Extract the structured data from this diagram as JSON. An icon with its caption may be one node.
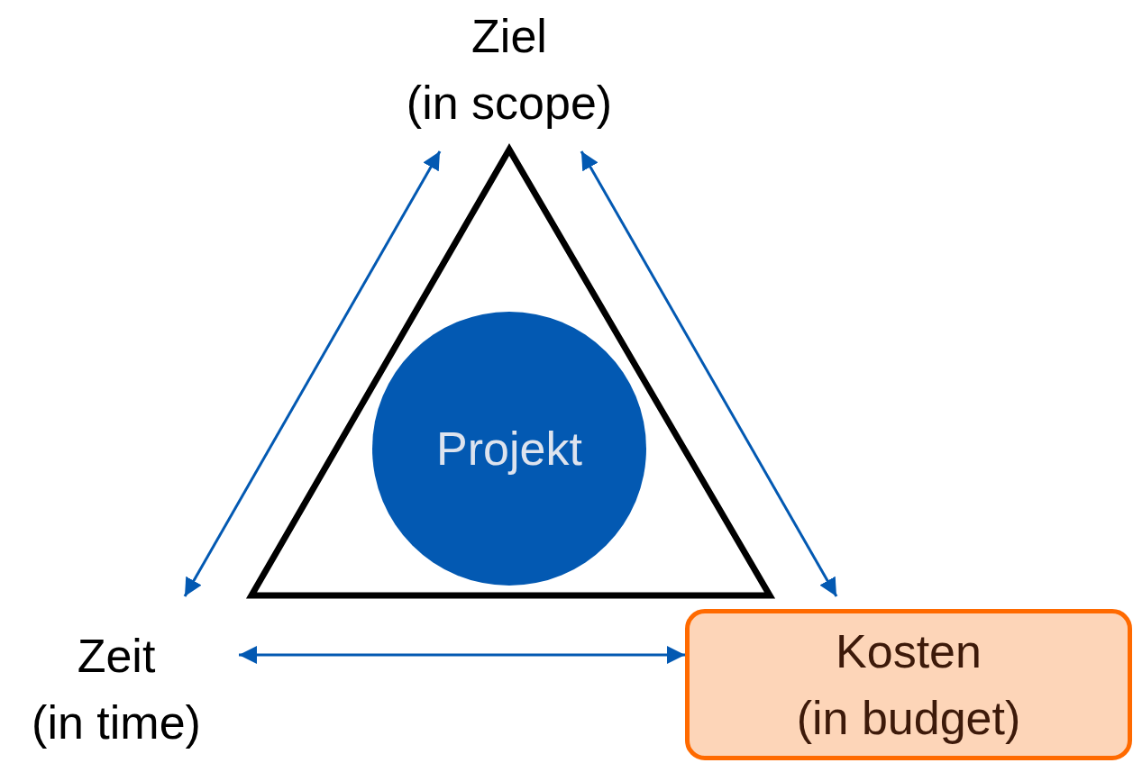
{
  "diagram": {
    "nodes": [
      {
        "text": [
          "Ziel",
          "(in scope)"
        ]
      },
      {
        "text": [
          "Projekt"
        ]
      },
      {
        "text": [
          "Zeit",
          "(in time)"
        ]
      },
      {
        "text": [
          "Kosten",
          "(in budget)"
        ]
      }
    ],
    "edges": [
      {
        "from": 0,
        "to": 2,
        "arrow": "both"
      },
      {
        "from": 0,
        "to": 3,
        "arrow": "both"
      },
      {
        "from": 2,
        "to": 3,
        "arrow": "both"
      }
    ]
  }
}
